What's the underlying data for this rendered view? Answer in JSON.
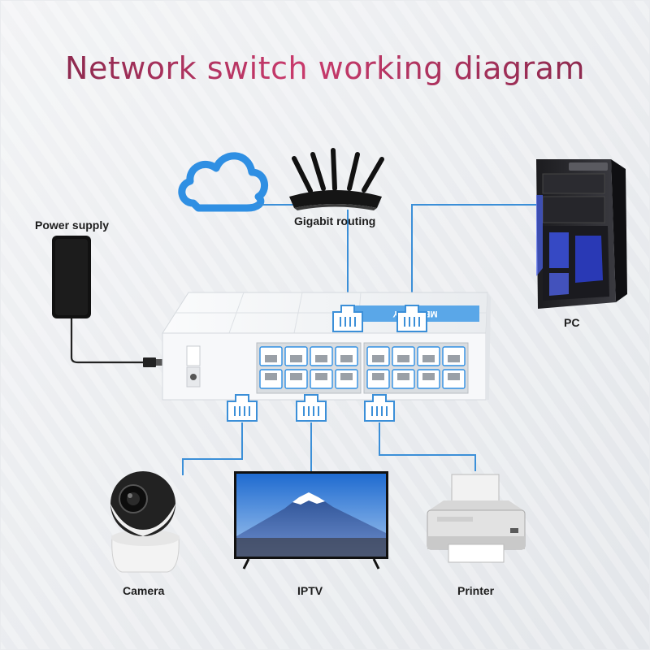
{
  "title": "Network switch working diagram",
  "devices": {
    "power_supply": "Power supply",
    "router": "Gigabit routing",
    "pc": "PC",
    "camera": "Camera",
    "iptv": "IPTV",
    "printer": "Printer"
  },
  "switch_brand": "MERCURY",
  "colors": {
    "title_gradient_start": "#8e2a4f",
    "title_gradient_mid": "#c93a6c",
    "link_line": "#3b8fd8",
    "cloud": "#2f8fe3"
  },
  "icons": [
    "cloud-icon",
    "router-icon",
    "pc-tower-icon",
    "phone-charger-icon",
    "network-switch-icon",
    "rj45-connector-icon",
    "security-camera-icon",
    "tv-icon",
    "printer-icon"
  ]
}
